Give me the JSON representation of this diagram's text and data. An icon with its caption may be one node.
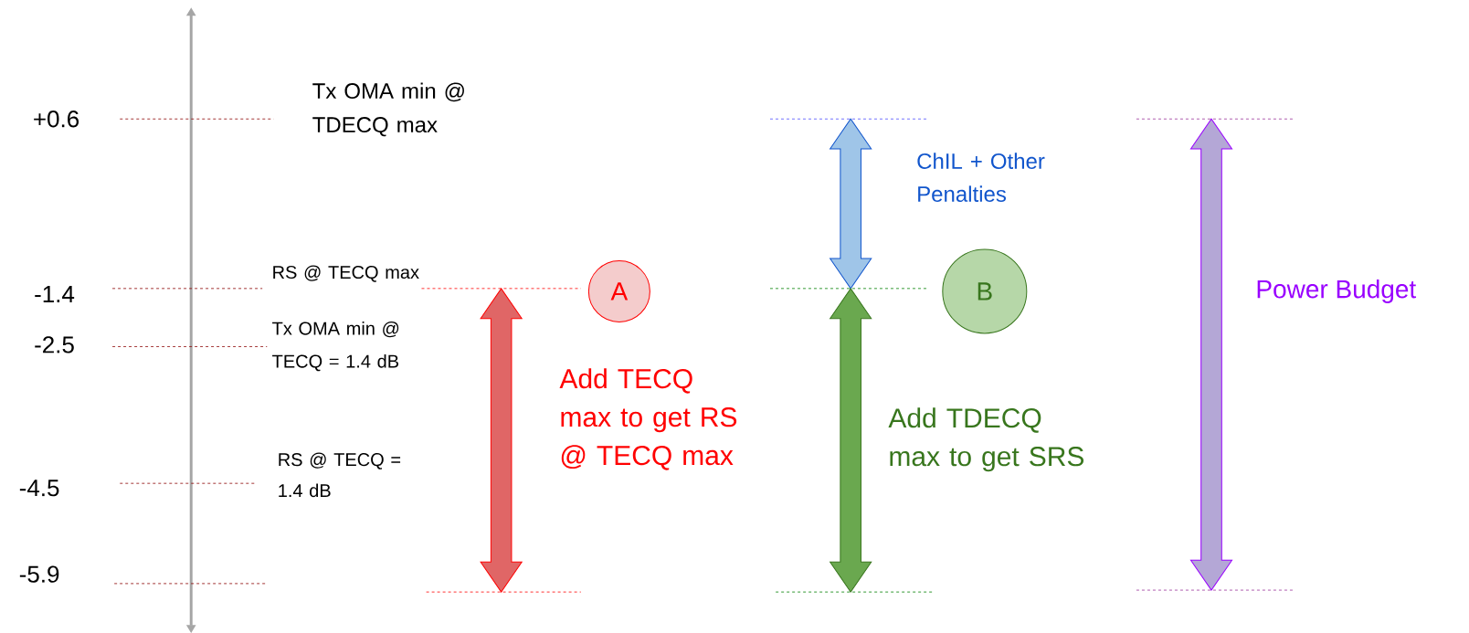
{
  "diagram": {
    "nodes": [
      {
        "text": [
          "A"
        ]
      },
      {
        "text": [
          "B"
        ]
      }
    ],
    "labels": [
      "+0.6",
      "Tx OMA min @ TDECQ max",
      "ChIL + Other Penalties",
      "-1.4",
      "RS @ TECQ max",
      "Power Budget",
      "-2.5",
      "Tx OMA min @ TECQ = 1.4 dB",
      "Add TECQ max to get RS @ TECQ max",
      "Add TDECQ max to get SRS",
      "-4.5",
      "RS @ TECQ = 1.4 dB",
      "-5.9"
    ]
  }
}
